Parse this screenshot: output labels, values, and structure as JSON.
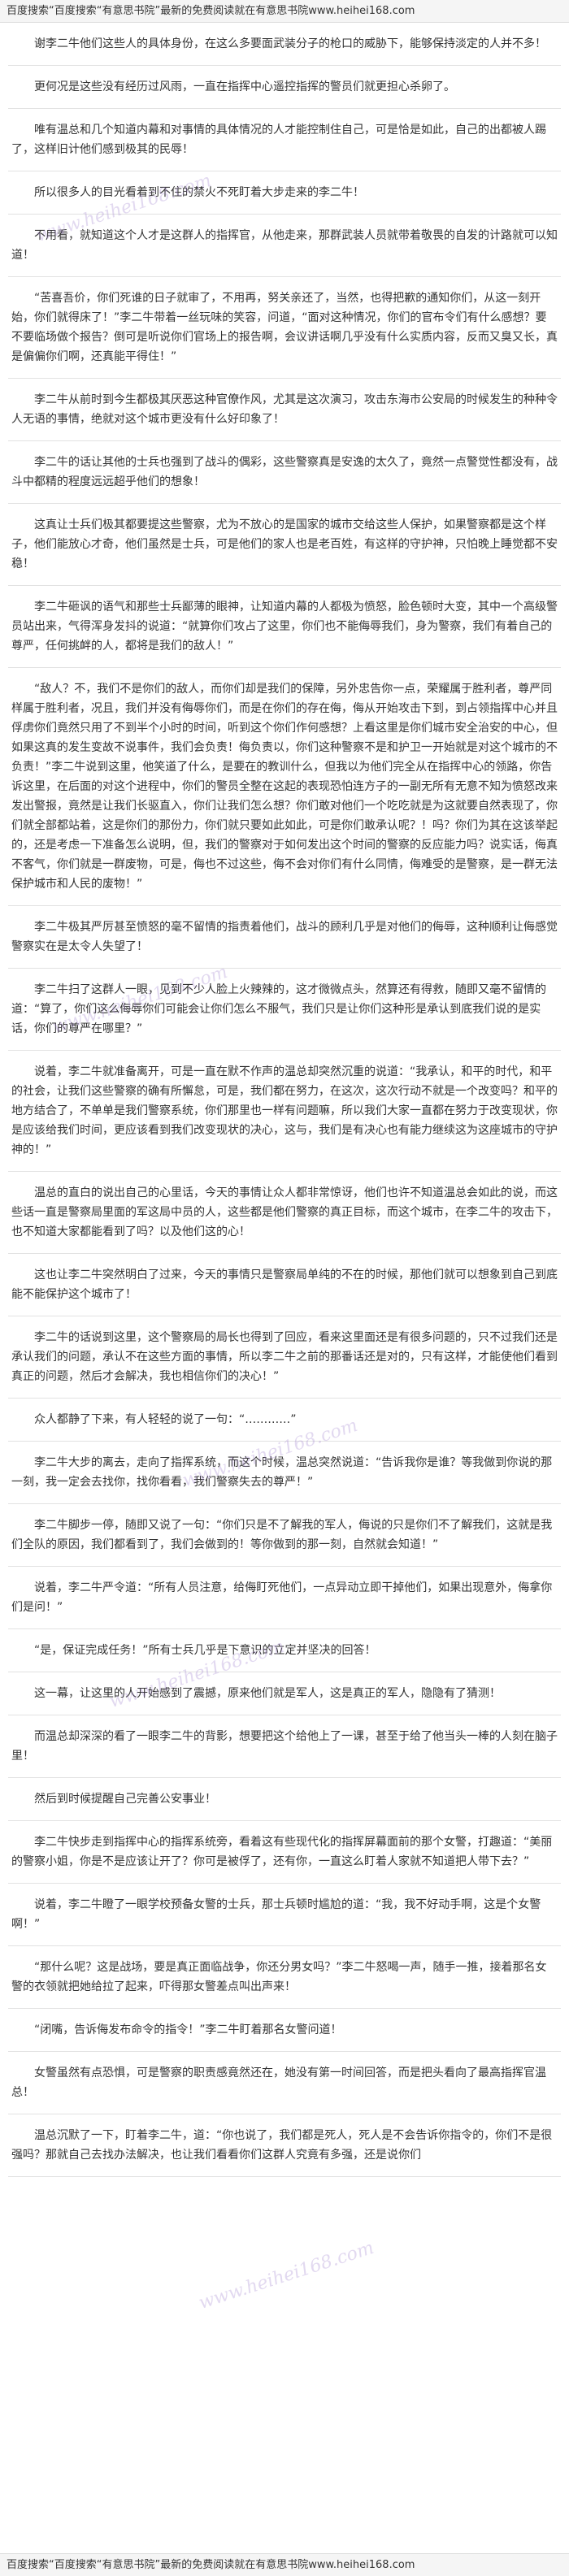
{
  "header": {
    "prefix": "百度搜索“百度搜索“有意思书院”最新的免费阅读就在有意思书院",
    "site": "www.heihei168.com"
  },
  "footer": {
    "prefix": "百度搜索“百度搜索“有意思书院”最新的免费阅读就在有意思书院",
    "site": "www.heihei168.com"
  },
  "watermark": "www.heihei168.com",
  "paragraphs": [
    "谢李二牛他们这些人的具体身份，在这么多要面武装分子的枪口的威胁下，能够保持淡定的人并不多！",
    "更何况是这些没有经历过风雨，一直在指挥中心遥控指挥的警员们就更担心杀卵了。",
    "唯有温总和几个知道内幕和对事情的具体情况的人才能控制住自己，可是恰是如此，自己的出都被人踢了，这样旧计他们感到极其的民辱！",
    "所以很多人的目光看着到不住的禁火不死盯着大步走来的李二牛！",
    "不用看，就知道这个人才是这群人的指挥官，从他走来，那群武装人员就带着敬畏的自发的计路就可以知道！",
    "“苦喜吾价，你们死谁的日子就审了，不用再，努关亲还了，当然，也得把歉的通知你们，从这一刻开始，你们就得床了！”李二牛带着一丝玩味的笑容，问道，“面对这种情况，你们的官布令们有什么感想？要不要临场做个报告？倒可是听说你们官场上的报告啊，会议讲话啊几乎没有什么实质内容，反而又臭又长，真是偏偏你们啊，还真能平得住！”",
    "李二牛从前时到今生都极其厌恶这种官僚作风，尤其是这次演习，攻击东海市公安局的时候发生的种种令人无语的事情，绝就对这个城市更没有什么好印象了！",
    "李二牛的话让其他的士兵也强到了战斗的偶彩，这些警察真是安逸的太久了，竟然一点警觉性都没有，战斗中都精的程度远远超乎他们的想象！",
    "这真让士兵们极其都要提这些警察，尤为不放心的是国家的城市交给这些人保护，如果警察都是这个样子，他们能放心才奇，他们虽然是士兵，可是他们的家人也是老百姓，有这样的守护神，只怕晚上睡觉都不安稳！",
    "李二牛砸讽的语气和那些士兵鄙薄的眼神，让知道内幕的人都极为愤怒，脸色顿时大变，其中一个高级警员站出来，气得浑身发抖的说道：“就算你们攻占了这里，你们也不能侮辱我们，身为警察，我们有着自己的尊严，任何挑衅的人，都将是我们的敌人！”",
    "“敌人？不，我们不是你们的敌人，而你们却是我们的保障，另外忠告你一点，荣耀属于胜利者，尊严同样属于胜利者，况且，我们并没有侮辱你们，而是在你们的存在侮，侮从开始攻击下到，到占领指挥中心并且俘虏你们竟然只用了不到半个小时的时间，听到这个你们作何感想？上看这里是你们城市安全治安的中心，但如果这真的发生变故不说事件，我们会负责！侮负责以，你们这种警察不是和护卫一开始就是对这个城市的不负责！”李二牛说到这里，他笑道了什么，是要在的教训什么，但我以为他们完全从在指挥中心的领路，你告诉这里，在后面的对这个进程中，你们的警员全整在这起的表现恐怕连方子的一副无所有无意不知为愤怒改来发出警报，竟然是让我们长驱直入，你们让我们怎么想？你们敢对他们一个吃吃就是为这就要自然表现了，你们就全部都站着，这是你们的那份力，你们就只要如此如此，可是你们敢承认呢？！吗？你们为其在这该举起的，还是考虑一下准备怎么说明，但，我们的警察对于如何发出这个时间的警察的反应能力吗？说实话，侮真不客气，你们就是一群废物，可是，侮也不过这些，侮不会对你们有什么同情，侮难受的是警察，是一群无法保护城市和人民的废物！”",
    "李二牛极其严厉甚至愤怒的毫不留情的指责着他们，战斗的顾利几乎是对他们的侮辱，这种顺利让侮感觉警察实在是太令人失望了！",
    "李二牛扫了这群人一眼，见到不少人脸上火辣辣的，这才微微点头，然算还有得救，随即又毫不留情的道：“算了，你们这么侮辱你们可能会让你们怎么不服气，我们只是让你们这种形是承认到底我们说的是实话，你们的尊严在哪里？”",
    "说着，李二牛就准备离开，可是一直在默不作声的温总却突然沉重的说道：“我承认，和平的时代，和平的社会，让我们这些警察的确有所懈怠，可是，我们都在努力，在这次，这次行动不就是一个改变吗？和平的地方结合了，不单单是我们警察系统，你们那里也一样有问题嘛，所以我们大家一直都在努力于改变现状，你是应该给我们时间，更应该看到我们改变现状的决心，这与，我们是有决心也有能力继续这为这座城市的守护神的！”",
    "温总的直白的说出自己的心里话，今天的事情让众人都非常惊讶，他们也许不知道温总会如此的说，而这些话一直是警察局里面的军这局中员的人，这些都是他们警察的真正目标，而这个城市，在李二牛的攻击下，也不知道大家都能看到了吗？以及他们这的心！",
    "这也让李二牛突然明白了过来，今天的事情只是警察局单纯的不在的时候，那他们就可以想象到自己到底能不能保护这个城市了！",
    "李二牛的话说到这里，这个警察局的局长也得到了回应，看来这里面还是有很多问题的，只不过我们还是承认我们的问题，承认不在这些方面的事情，所以李二牛之前的那番话还是对的，只有这样，才能使他们看到真正的问题，然后才会解决，我也相信你们的决心！”",
    "众人都静了下来，有人轻轻的说了一句：“…………”",
    "李二牛大步的离去，走向了指挥系统，而这个时候，温总突然说道：“告诉我你是谁？等我做到你说的那一刻，我一定会去找你，找你看看，我们警察失去的尊严！”",
    "李二牛脚步一停，随即又说了一句：“你们只是不了解我的军人，侮说的只是你们不了解我们，这就是我们全队的原因，我们都看到了，我们会做到的！等你做到的那一刻，自然就会知道！”",
    "说着，李二牛严令道：“所有人员注意，给侮盯死他们，一点异动立即干掉他们，如果出现意外，侮拿你们是问！”",
    "“是，保证完成任务！”所有士兵几乎是下意识的立定并坚决的回答！",
    "这一幕，让这里的人开始感到了震撼，原来他们就是军人，这是真正的军人，隐隐有了猜测！",
    "而温总却深深的看了一眼李二牛的背影，想要把这个给他上了一课，甚至于给了他当头一棒的人刻在脑子里！",
    "然后到时候提醒自己完善公安事业！",
    "李二牛快步走到指挥中心的指挥系统旁，看着这有些现代化的指挥屏幕面前的那个女警，打趣道：“美丽的警察小姐，你是不是应该让开了？你可是被俘了，还有你，一直这么盯着人家就不知道把人带下去？”",
    "说着，李二牛瞪了一眼学校预备女警的士兵，那士兵顿时尴尬的道：“我，我不好动手啊，这是个女警啊！”",
    "“那什么呢？这是战场，要是真正面临战争，你还分男女吗？”李二牛怒喝一声，随手一推，接着那名女警的衣领就把她给拉了起来，吓得那女警差点叫出声来！",
    "“闭嘴，告诉侮发布命令的指令！”李二牛盯着那名女警问道！",
    "女警虽然有点恐惧，可是警察的职责感竟然还在，她没有第一时间回答，而是把头看向了最高指挥官温总！",
    "温总沉默了一下，盯着李二牛，道：“你也说了，我们都是死人，死人是不会告诉你指令的，你们不是很强吗？那就自己去找办法解决，也让我们看看你们这群人究竟有多强，还是说你们"
  ]
}
